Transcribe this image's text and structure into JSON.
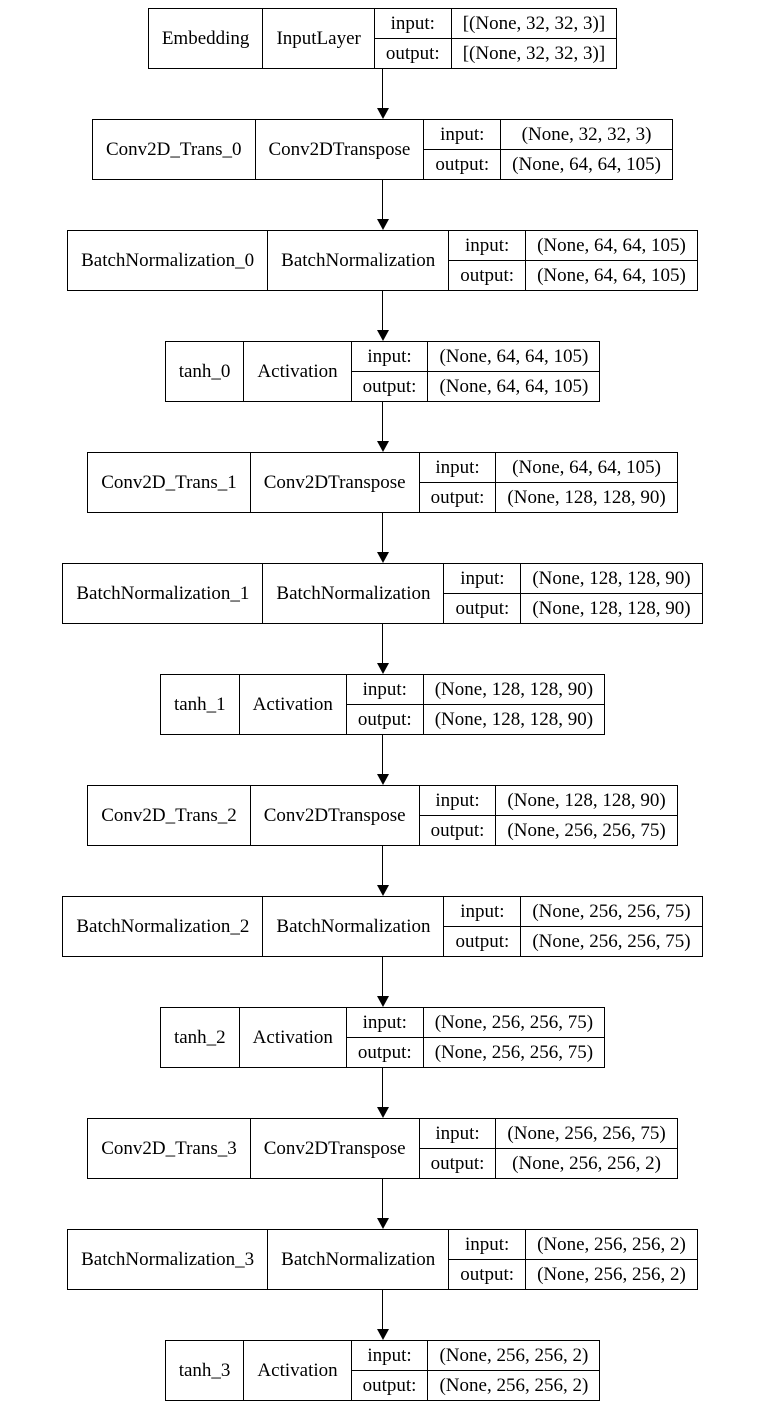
{
  "diagram": {
    "kind": "keras-model-plot",
    "io_labels": {
      "input": "input:",
      "output": "output:"
    },
    "colors": {
      "border": "#000000",
      "text": "#000000",
      "background": "#ffffff"
    },
    "nodes": [
      {
        "name": "Embedding",
        "type": "InputLayer",
        "input": "[(None, 32, 32, 3)]",
        "output": "[(None, 32, 32, 3)]"
      },
      {
        "name": "Conv2D_Trans_0",
        "type": "Conv2DTranspose",
        "input": "(None, 32, 32, 3)",
        "output": "(None, 64, 64, 105)"
      },
      {
        "name": "BatchNormalization_0",
        "type": "BatchNormalization",
        "input": "(None, 64, 64, 105)",
        "output": "(None, 64, 64, 105)"
      },
      {
        "name": "tanh_0",
        "type": "Activation",
        "input": "(None, 64, 64, 105)",
        "output": "(None, 64, 64, 105)"
      },
      {
        "name": "Conv2D_Trans_1",
        "type": "Conv2DTranspose",
        "input": "(None, 64, 64, 105)",
        "output": "(None, 128, 128, 90)"
      },
      {
        "name": "BatchNormalization_1",
        "type": "BatchNormalization",
        "input": "(None, 128, 128, 90)",
        "output": "(None, 128, 128, 90)"
      },
      {
        "name": "tanh_1",
        "type": "Activation",
        "input": "(None, 128, 128, 90)",
        "output": "(None, 128, 128, 90)"
      },
      {
        "name": "Conv2D_Trans_2",
        "type": "Conv2DTranspose",
        "input": "(None, 128, 128, 90)",
        "output": "(None, 256, 256, 75)"
      },
      {
        "name": "BatchNormalization_2",
        "type": "BatchNormalization",
        "input": "(None, 256, 256, 75)",
        "output": "(None, 256, 256, 75)"
      },
      {
        "name": "tanh_2",
        "type": "Activation",
        "input": "(None, 256, 256, 75)",
        "output": "(None, 256, 256, 75)"
      },
      {
        "name": "Conv2D_Trans_3",
        "type": "Conv2DTranspose",
        "input": "(None, 256, 256, 75)",
        "output": "(None, 256, 256, 2)"
      },
      {
        "name": "BatchNormalization_3",
        "type": "BatchNormalization",
        "input": "(None, 256, 256, 2)",
        "output": "(None, 256, 256, 2)"
      },
      {
        "name": "tanh_3",
        "type": "Activation",
        "input": "(None, 256, 256, 2)",
        "output": "(None, 256, 256, 2)"
      }
    ]
  }
}
